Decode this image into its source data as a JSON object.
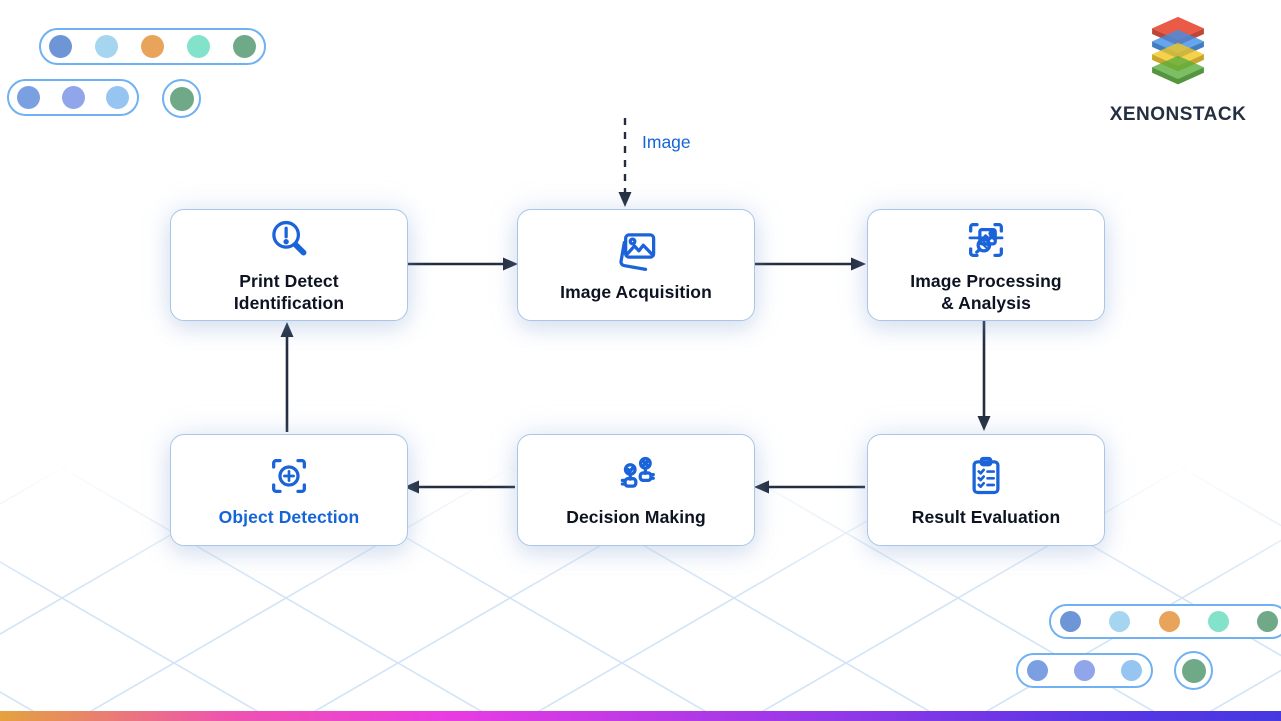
{
  "brand": {
    "name": "XENONSTACK",
    "logo_layer_colors": [
      "#E6442E",
      "#3E8EE8",
      "#F2C51F",
      "#5AAE3C"
    ]
  },
  "flow": {
    "input_label": "Image",
    "nodes": [
      {
        "id": "print-detect-identification",
        "line1": "Print Detect",
        "line2": "Identification",
        "icon": "magnifier-alert-icon",
        "highlighted": false
      },
      {
        "id": "image-acquisition",
        "line1": "Image Acquisition",
        "line2": "",
        "icon": "photo-icon",
        "highlighted": false
      },
      {
        "id": "image-processing-analysis",
        "line1": "Image Processing",
        "line2": "& Analysis",
        "icon": "scan-analyze-icon",
        "highlighted": false
      },
      {
        "id": "object-detection",
        "line1": "Object Detection",
        "line2": "",
        "icon": "object-focus-icon",
        "highlighted": true
      },
      {
        "id": "decision-making",
        "line1": "Decision Making",
        "line2": "",
        "icon": "decision-hands-icon",
        "highlighted": false
      },
      {
        "id": "result-evaluation",
        "line1": "Result Evaluation",
        "line2": "",
        "icon": "clipboard-checklist-icon",
        "highlighted": false
      }
    ]
  },
  "colors": {
    "accent_blue": "#1565D8",
    "icon_blue": "#1A63D9",
    "node_border": "#A9C6E8",
    "arrow": "#232D3E",
    "label_text": "#0D1321",
    "grid_line": "#D3E4F7",
    "pill_border": "#6FB1F2",
    "gradient_bar": [
      "#E5A23E",
      "#EF52B0",
      "#E93BE3",
      "#9C38E8",
      "#4638E0"
    ]
  },
  "decor": {
    "dots_row_a": [
      "#6E96D6",
      "#A6D5F0",
      "#E9A45C",
      "#83E2CA",
      "#6FA988"
    ],
    "dots_row_b": [
      "#7AA0E2",
      "#90A5EA",
      "#97C5F2"
    ],
    "dot_single": "#6FA988"
  }
}
